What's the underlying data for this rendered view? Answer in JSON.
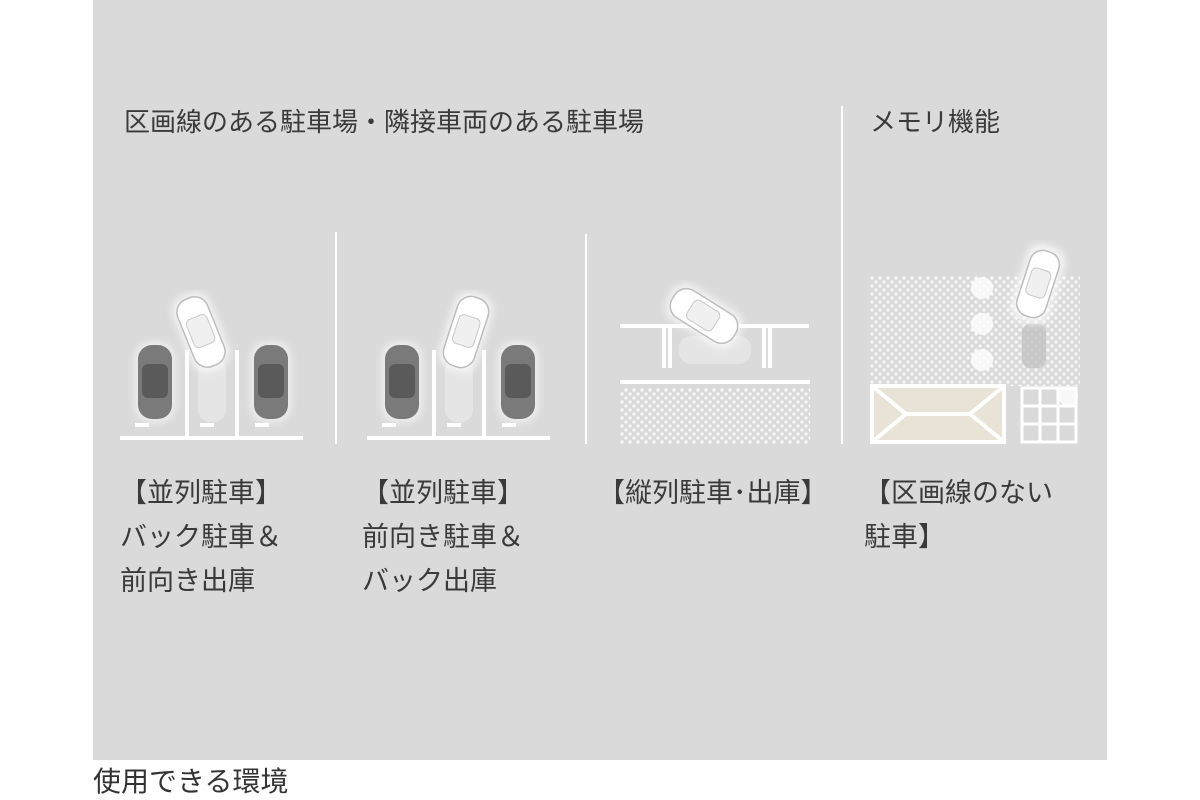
{
  "headings": {
    "marked_lots": "区画線のある駐車場・隣接車両のある駐車場",
    "memory": "メモリ機能"
  },
  "captions": {
    "perpendicular_reverse": [
      "【並列駐車】",
      "バック駐車＆",
      "前向き出庫"
    ],
    "perpendicular_forward": [
      "【並列駐車】",
      "前向き駐車＆",
      "バック出庫"
    ],
    "parallel": [
      "【縦列駐車･出庫】"
    ],
    "memory": [
      "【区画線のない",
      "駐車】"
    ]
  },
  "footer": "使用できる環境",
  "colors": {
    "panel": "#dadada",
    "line": "#ffffff",
    "parked_car": "#7a7a7a",
    "ego_car": "#ffffff",
    "ghost_car": "#e6e6e6"
  }
}
